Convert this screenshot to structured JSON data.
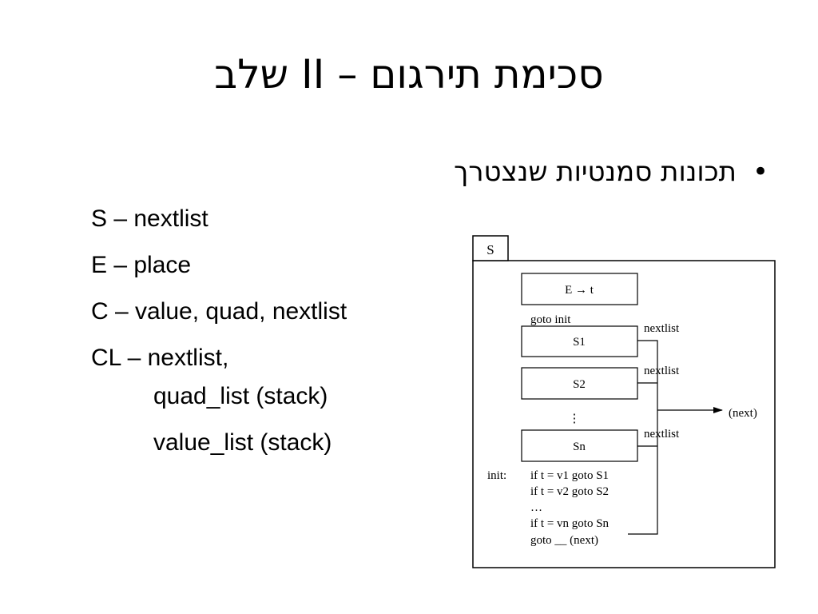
{
  "slide": {
    "title": "שלב II – סכימת תירגום",
    "bullet_symbol": "•",
    "bullet_text": "תכונות סמנטיות שנצטרך"
  },
  "attributes": [
    "S – nextlist",
    "E – place",
    "C – value, quad, nextlist",
    "CL – nextlist,",
    "quad_list (stack)",
    "value_list (stack)"
  ],
  "diagram": {
    "tab_label": "S",
    "expr_box": "E → t",
    "goto_init": "goto init",
    "s1": "S1",
    "s2": "S2",
    "sn": "Sn",
    "vdots": "⋮",
    "nextlist_1": "nextlist",
    "nextlist_2": "nextlist",
    "nextlist_3": "nextlist",
    "next_label": "(next)",
    "init_label": "init:",
    "code_lines": [
      "if t = v1 goto S1",
      "if t = v2 goto S2",
      "…",
      "if t = vn goto Sn",
      "goto __ (next)"
    ]
  }
}
